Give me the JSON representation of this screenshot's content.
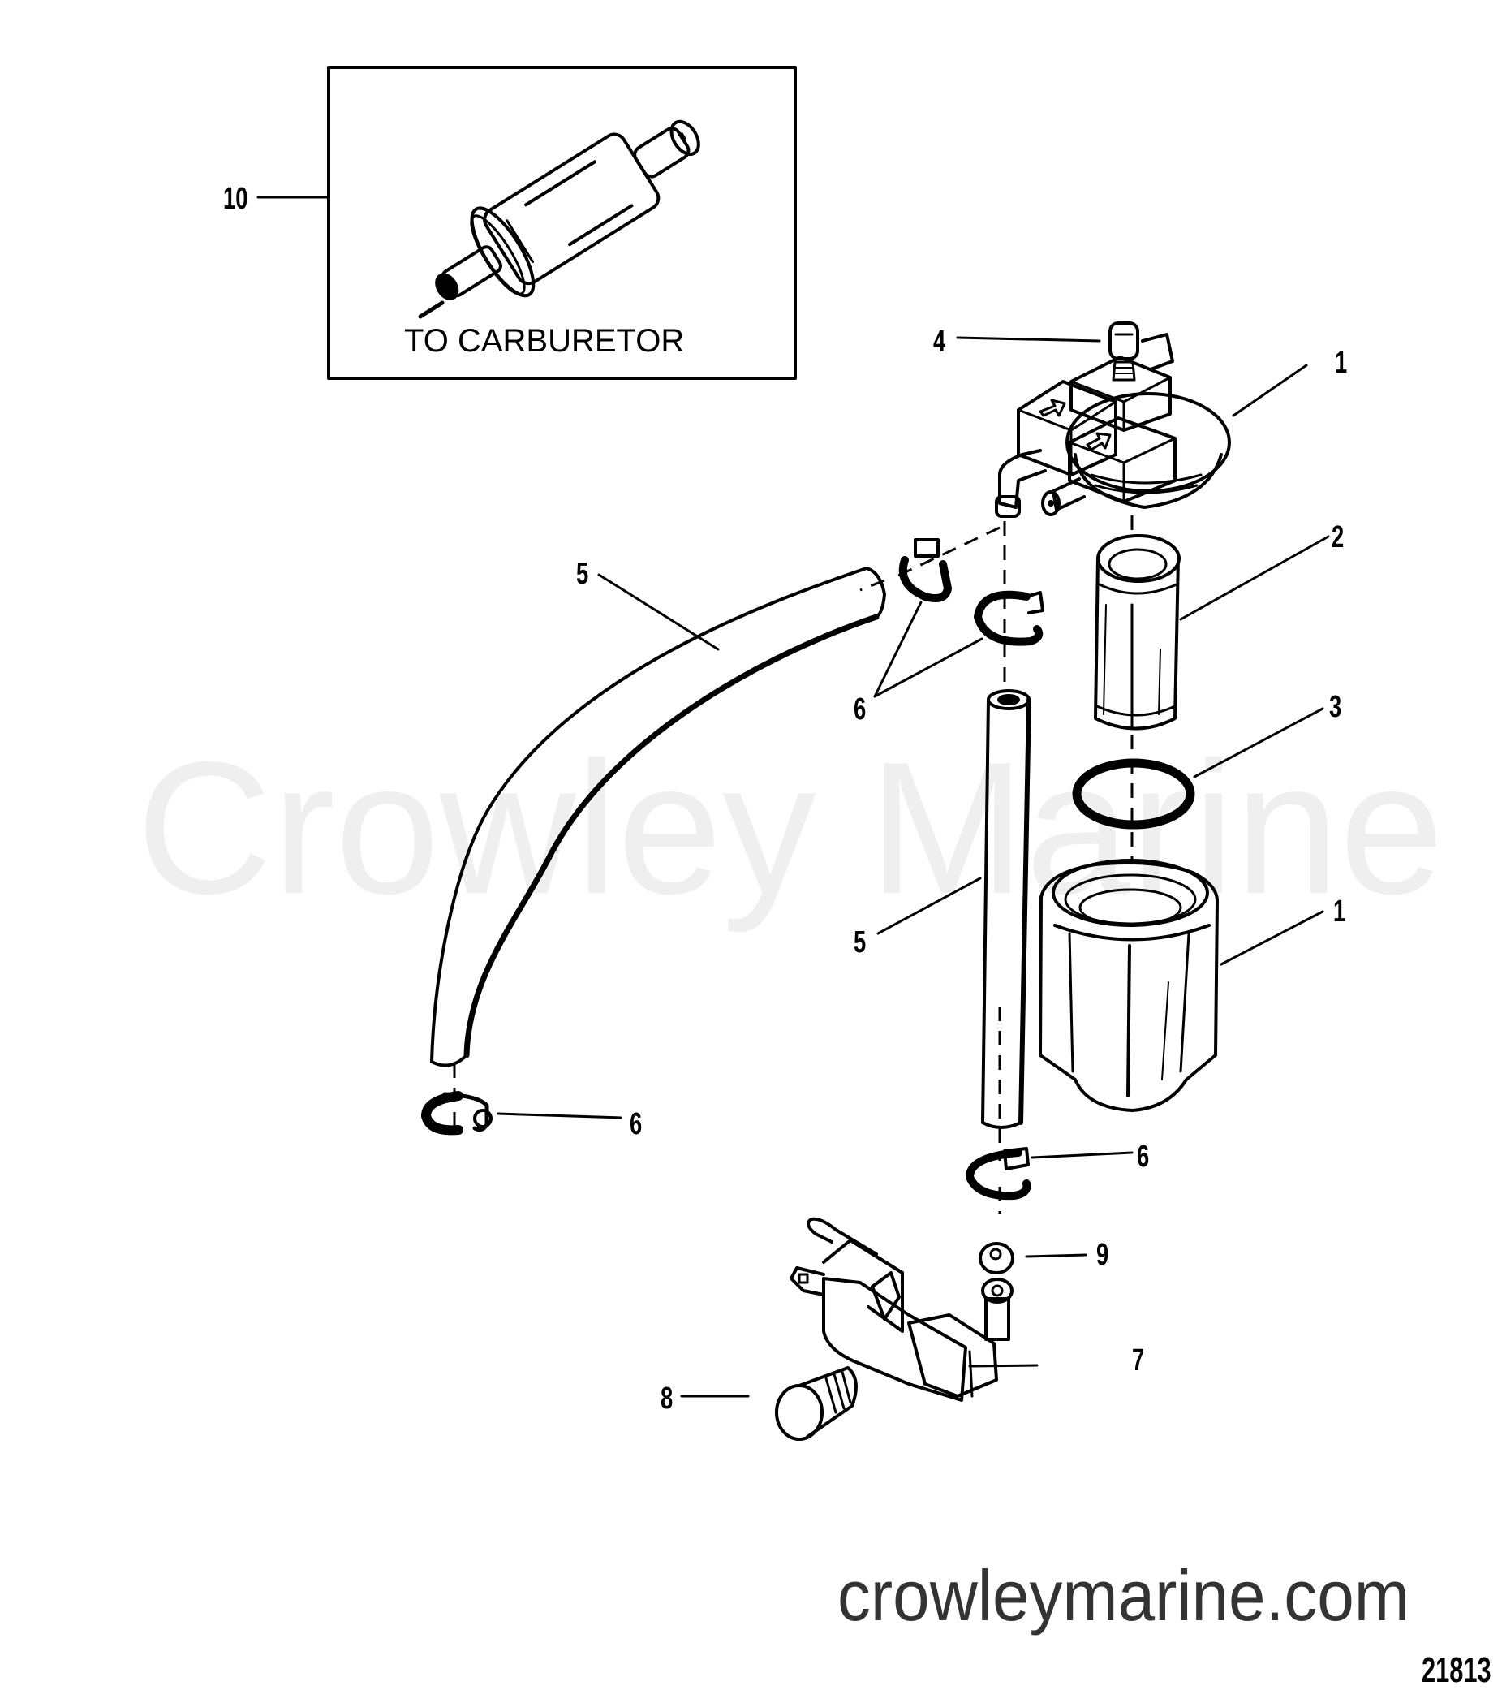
{
  "diagram": {
    "type": "exploded-parts-view",
    "subject": "Fuel filter / water separator assembly",
    "watermark": "Crowley Marine",
    "inset": {
      "caption": "TO CARBURETOR",
      "callout": "10"
    },
    "callouts": [
      {
        "id": "c10",
        "label": "10",
        "part": "inline fuel filter (inset)"
      },
      {
        "id": "c4",
        "label": "4",
        "part": "bleed screw"
      },
      {
        "id": "c1-top",
        "label": "1",
        "part": "filter head"
      },
      {
        "id": "c2",
        "label": "2",
        "part": "filter element"
      },
      {
        "id": "c3",
        "label": "3",
        "part": "o-ring"
      },
      {
        "id": "c1-bowl",
        "label": "1",
        "part": "filter bowl"
      },
      {
        "id": "c5-curved",
        "label": "5",
        "part": "hose (curved)"
      },
      {
        "id": "c6-pair",
        "label": "6",
        "part": "hose clamps (upper pair)"
      },
      {
        "id": "c5-straight",
        "label": "5",
        "part": "hose (straight)"
      },
      {
        "id": "c6-left",
        "label": "6",
        "part": "hose clamp (left)"
      },
      {
        "id": "c6-right",
        "label": "6",
        "part": "hose clamp (right)"
      },
      {
        "id": "c9",
        "label": "9",
        "part": "cap / washer"
      },
      {
        "id": "c7",
        "label": "7",
        "part": "valve / fitting assembly"
      },
      {
        "id": "c8",
        "label": "8",
        "part": "screw / plug"
      }
    ],
    "footer": {
      "website": "crowleymarine.com",
      "figure_number": "21813"
    },
    "colors": {
      "ink": "#000000",
      "watermark": "#efefef",
      "website_text": "#333333",
      "background": "#ffffff"
    }
  }
}
